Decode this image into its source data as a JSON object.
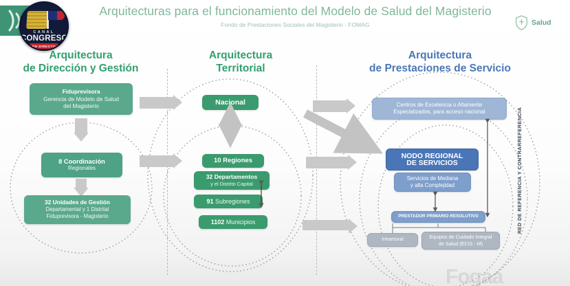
{
  "header": {
    "title": "Arquitecturas para el funcionamiento del Modelo de Salud del Magisterio",
    "subtitle": "Fondo de Prestaciones Sociales del Magisterio - FOMAG",
    "salud_label": "Salud",
    "salud_icon": "shield-icon",
    "accent_green": "#31a06e",
    "accent_blue": "#4a76b8"
  },
  "broadcaster_logo": {
    "canal_label": "CANAL",
    "name_label": "CONGRESO",
    "live_label": "EN DIRECTO",
    "wave_icon": "signal-wave-icon"
  },
  "columns": [
    {
      "id": "direccion",
      "title_line1": "Arquitectura",
      "title_line2": "de Dirección y Gestión",
      "color": "#31a06e"
    },
    {
      "id": "territorial",
      "title_line1": "Arquitectura",
      "title_line2": "Territorial",
      "color": "#31a06e"
    },
    {
      "id": "prestaciones",
      "title_line1": "Arquitectura",
      "title_line2": "de Prestaciones de Servicio",
      "color": "#4a76b8"
    }
  ],
  "direccion": {
    "fiduprevisora": {
      "title": "Fiduprevisora",
      "sub_line1": "Gerencia de Modelo de Salud",
      "sub_line2": "del Magisterio"
    },
    "coordinacion": {
      "title": "8 Coordinación",
      "sub_line1": "Regionales"
    },
    "unidades": {
      "title": "32 Unidades de Gestión",
      "sub_line1": "Departamental y 1 Distrital",
      "sub_line2": "Fiduprevisora - Magisterio"
    }
  },
  "territorial": {
    "nacional": "Nacional",
    "regiones_num": "10",
    "regiones_label": "Regiones",
    "departamentos_num": "32",
    "departamentos_label": "Departamentos",
    "departamentos_sub": "y el Distrito Capital",
    "subregiones_num": "91",
    "subregiones_label": "Subregiones",
    "municipios_num": "1102",
    "municipios_label": "Municipios"
  },
  "prestaciones": {
    "centros_line1": "Centros de Excelencia o Altamente",
    "centros_line2": "Especializados, para acceso nacional",
    "nodo_line1": "NODO REGIONAL",
    "nodo_line2": "DE SERVICIOS",
    "servicios_line1": "Servicios de Mediana",
    "servicios_line2": "y alta Complejidad",
    "prestador": "PRESTADOR PRIMARIO RESOLUTIVO",
    "intramural": "Intramural",
    "ecis_line1": "Equipos de Cuidado Integral",
    "ecis_line2": "de Salud (ECIS - M)",
    "red_label": "RED DE REFERENCIA Y CONTRARREFERENCIA"
  },
  "watermark": "Fogaa"
}
